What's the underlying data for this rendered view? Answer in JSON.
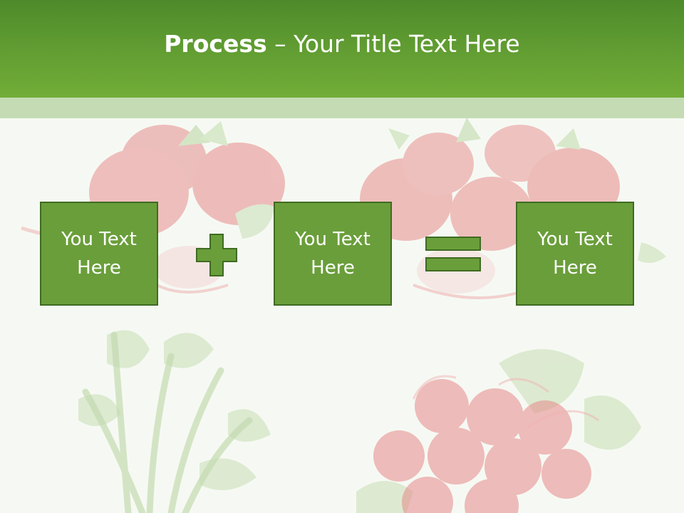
{
  "slide": {
    "title_bold": "Process",
    "title_rest": " – Your Title Text Here"
  },
  "boxes": [
    {
      "text": "You Text Here"
    },
    {
      "text": "You Text Here"
    },
    {
      "text": "You Text Here"
    }
  ],
  "operators": {
    "first": "plus-icon",
    "second": "equals-icon"
  },
  "colors": {
    "header": "#5f9b31",
    "band": "#c4dbb3",
    "box_fill": "#6a9e3a",
    "box_border": "#3f6b22",
    "operator_fill": "#6a9e3a",
    "radish": "#e8a0a0",
    "leaf": "#c8dfb8"
  }
}
